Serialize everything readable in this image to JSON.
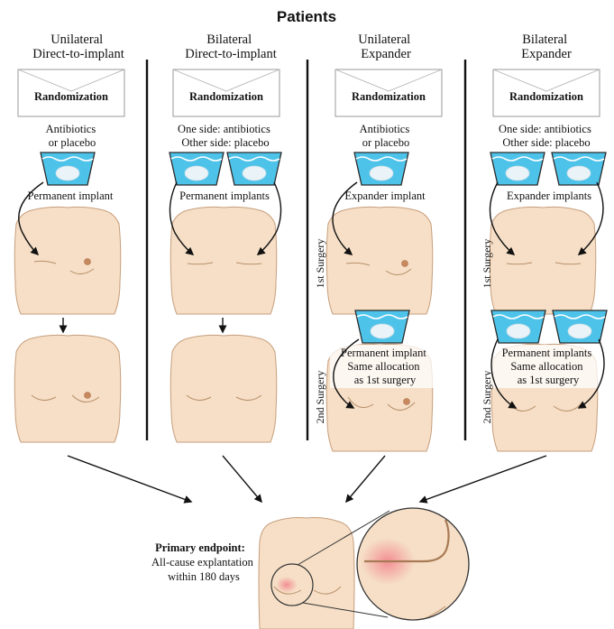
{
  "title": "Patients",
  "columns": [
    {
      "heading": [
        "Unilateral",
        "Direct-to-implant"
      ],
      "randomization": "Randomization",
      "allocation": [
        "Antibiotics",
        "or placebo"
      ],
      "first_step": "Permanent implant"
    },
    {
      "heading": [
        "Bilateral",
        "Direct-to-implant"
      ],
      "randomization": "Randomization",
      "allocation": [
        "One side: antibiotics",
        "Other side: placebo"
      ],
      "first_step": "Permanent implants"
    },
    {
      "heading": [
        "Unilateral",
        "Expander"
      ],
      "randomization": "Randomization",
      "allocation": [
        "Antibiotics",
        "or placebo"
      ],
      "first_step": "Expander implant",
      "first_surgery": "1st Surgery",
      "second_surgery": "2nd Surgery",
      "second_step": [
        "Permanent implant",
        "Same allocation",
        "as 1st surgery"
      ]
    },
    {
      "heading": [
        "Bilateral",
        "Expander"
      ],
      "randomization": "Randomization",
      "allocation": [
        "One side: antibiotics",
        "Other side: placebo"
      ],
      "first_step": "Expander implants",
      "first_surgery": "1st Surgery",
      "second_surgery": "2nd Surgery",
      "second_step": [
        "Permanent implants",
        "Same allocation",
        "as 1st surgery"
      ]
    }
  ],
  "endpoint": {
    "label": "Primary endpoint:",
    "lines": [
      "All-cause explantation",
      "within 180 days"
    ]
  },
  "colors": {
    "skin": "#f6dfc6",
    "basin": "#4ec3ea",
    "infection": "#f2868f"
  }
}
